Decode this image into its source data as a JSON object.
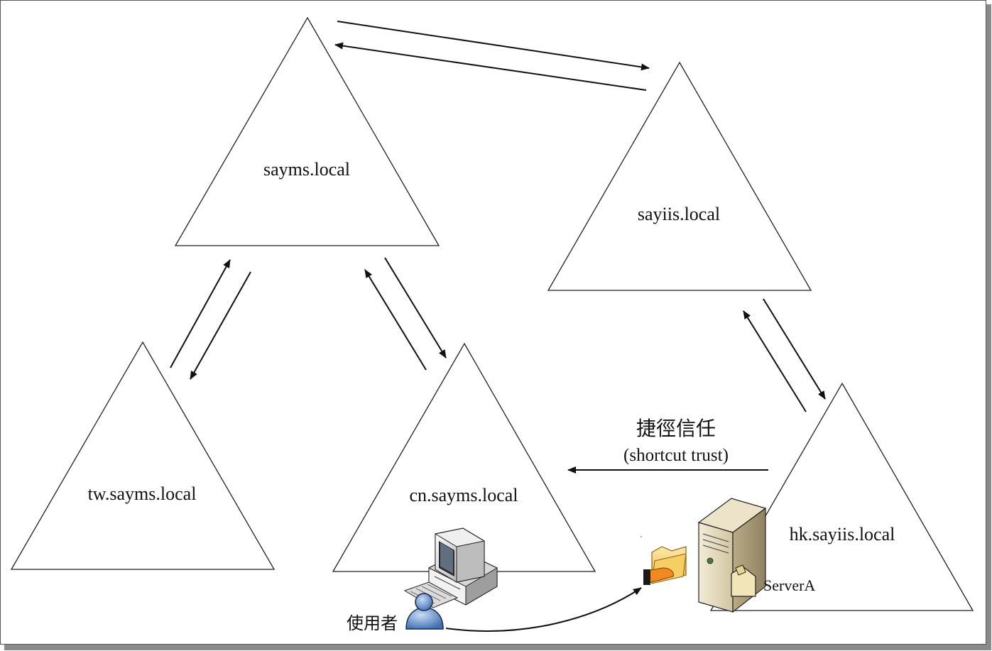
{
  "domains": {
    "sayms": "sayms.local",
    "sayiis": "sayiis.local",
    "tw": "tw.sayms.local",
    "cn": "cn.sayms.local",
    "hk": "hk.sayiis.local"
  },
  "shortcut_trust": {
    "label_zh": "捷徑信任",
    "label_en": "(shortcut trust)"
  },
  "server_label": "ServerA",
  "user_label": "使用者",
  "icons": [
    "computer-icon",
    "user-icon",
    "server-icon",
    "shared-folder-icon"
  ]
}
